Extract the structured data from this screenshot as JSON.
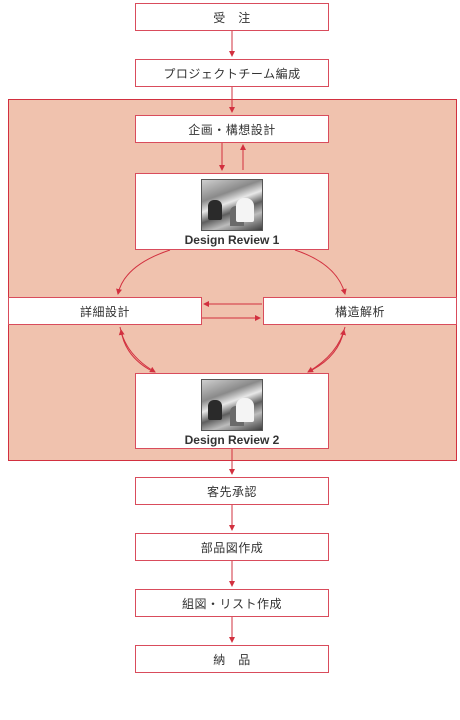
{
  "flow": {
    "order": "受　注",
    "team": "プロジェクトチーム編成",
    "planning": "企画・構想設計",
    "review1": "Design Review 1",
    "detail": "詳細設計",
    "structure": "構造解析",
    "review2": "Design Review 2",
    "approval": "客先承認",
    "parts": "部品図作成",
    "assembly": "組図・リスト作成",
    "delivery": "納　品"
  },
  "colors": {
    "accent": "#d2303f",
    "region_fill": "#f0c2ae"
  },
  "icons": [
    "photo-meeting-image",
    "arrow-down-icon"
  ]
}
